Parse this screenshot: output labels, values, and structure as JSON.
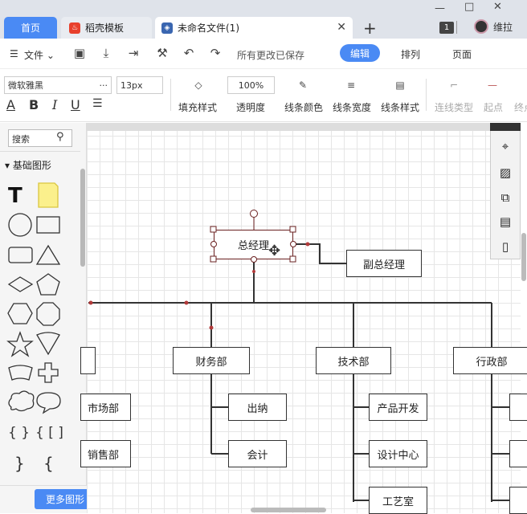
{
  "tabs": {
    "home": "首页",
    "templates": "稻壳模板",
    "doc": "未命名文件(1)",
    "new": "+",
    "count": "1",
    "user": "维拉"
  },
  "menu": {
    "file": "文件",
    "saved": "所有更改已保存",
    "edit": "编辑",
    "arrange": "排列",
    "page": "页面"
  },
  "toolbar": {
    "font": "微软雅黑",
    "size": "13px",
    "opacity": "100%",
    "fill": "填充样式",
    "transparency": "透明度",
    "line_color": "线条颜色",
    "line_width": "线条宽度",
    "line_style": "线条样式",
    "conn_type": "连线类型",
    "start": "起点",
    "end": "终点",
    "bold": "B",
    "italic": "I",
    "underline": "U",
    "more": "···"
  },
  "sidebar": {
    "search_placeholder": "搜索",
    "section": "基础图形",
    "more": "更多图形"
  },
  "diagram": {
    "ceo": "总经理",
    "vp": "副总经理",
    "finance": "财务部",
    "tech": "技术部",
    "admin": "行政部",
    "cashier": "出纳",
    "accounting": "会计",
    "product": "产品开发",
    "design": "设计中心",
    "studio": "工艺室",
    "market": "市场部",
    "sales": "销售部"
  },
  "colors": {
    "accent": "#4a8af4",
    "handle": "#b23a3a"
  }
}
